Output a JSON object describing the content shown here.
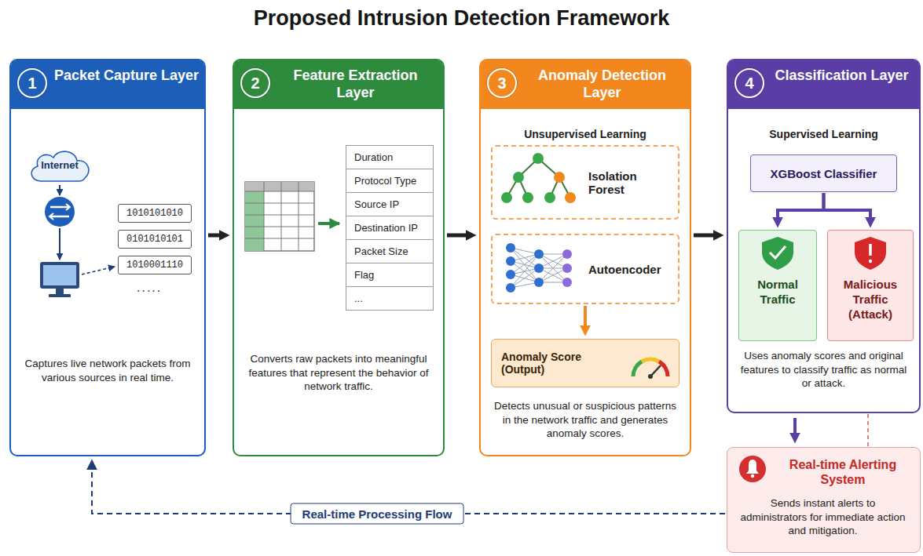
{
  "diagram": {
    "title": "Proposed Intrusion Detection Framework",
    "nodes": [
      {
        "text": [
          "Packet Capture Layer",
          "Captures live network packets from various sources in real time."
        ]
      },
      {
        "text": [
          "1"
        ],
        "in": 0
      },
      {
        "text": [
          "Internet"
        ],
        "in": 0
      },
      {
        "text": [
          "1010101010"
        ],
        "in": 0
      },
      {
        "text": [
          "0101010101"
        ],
        "in": 0
      },
      {
        "text": [
          "1010001110"
        ],
        "in": 0
      },
      {
        "text": [
          "Feature Extraction Layer",
          "Converts raw packets into meaningful features that represent the behavior of network traffic."
        ]
      },
      {
        "text": [
          "2"
        ],
        "in": 6
      },
      {
        "text": [
          "Duration"
        ],
        "in": 6
      },
      {
        "text": [
          "Protocol Type"
        ],
        "in": 6
      },
      {
        "text": [
          "Source IP"
        ],
        "in": 6
      },
      {
        "text": [
          "Destination IP"
        ],
        "in": 6
      },
      {
        "text": [
          "Packet Size"
        ],
        "in": 6
      },
      {
        "text": [
          "Flag"
        ],
        "in": 6
      },
      {
        "text": [
          "..."
        ],
        "in": 6
      },
      {
        "text": [
          "Anomaly Detection Layer",
          "Unsupervised Learning",
          "Detects unusual or suspicious patterns in the network traffic and generates anomaly scores."
        ]
      },
      {
        "text": [
          "3"
        ],
        "in": 15
      },
      {
        "text": [
          "Isolation Forest"
        ],
        "in": 15
      },
      {
        "text": [
          "Autoencoder"
        ],
        "in": 15
      },
      {
        "text": [
          "Anomaly Score (Output)"
        ],
        "in": 15
      },
      {
        "text": [
          "Classification Layer",
          "Supervised Learning",
          "Uses anomaly scores and original features to classify traffic as normal or attack."
        ]
      },
      {
        "text": [
          "4"
        ],
        "in": 20
      },
      {
        "text": [
          "XGBoost Classifier"
        ],
        "in": 20
      },
      {
        "text": [
          "Normal Traffic"
        ],
        "in": 20
      },
      {
        "text": [
          "Malicious Traffic (Attack)"
        ],
        "in": 20
      },
      {
        "text": [
          "Real-time Alerting System",
          "Sends instant alerts to administrators for immediate action and mitigation."
        ]
      }
    ],
    "edges": [
      {
        "from": 0,
        "to": 6,
        "arrow": "to"
      },
      {
        "from": 6,
        "to": 15,
        "arrow": "to"
      },
      {
        "from": 15,
        "to": 20,
        "arrow": "to"
      },
      {
        "from": 18,
        "to": 19,
        "arrow": "to"
      },
      {
        "from": 22,
        "to": 23,
        "arrow": "to"
      },
      {
        "from": 22,
        "to": 24,
        "arrow": "to"
      },
      {
        "from": 20,
        "to": 25,
        "arrow": "to"
      },
      {
        "from": 20,
        "to": 25,
        "arrow": "none"
      },
      {
        "from": 25,
        "to": 0,
        "arrow": "to",
        "label": "Real-time Processing Flow"
      }
    ],
    "labels": [
      "....."
    ]
  }
}
